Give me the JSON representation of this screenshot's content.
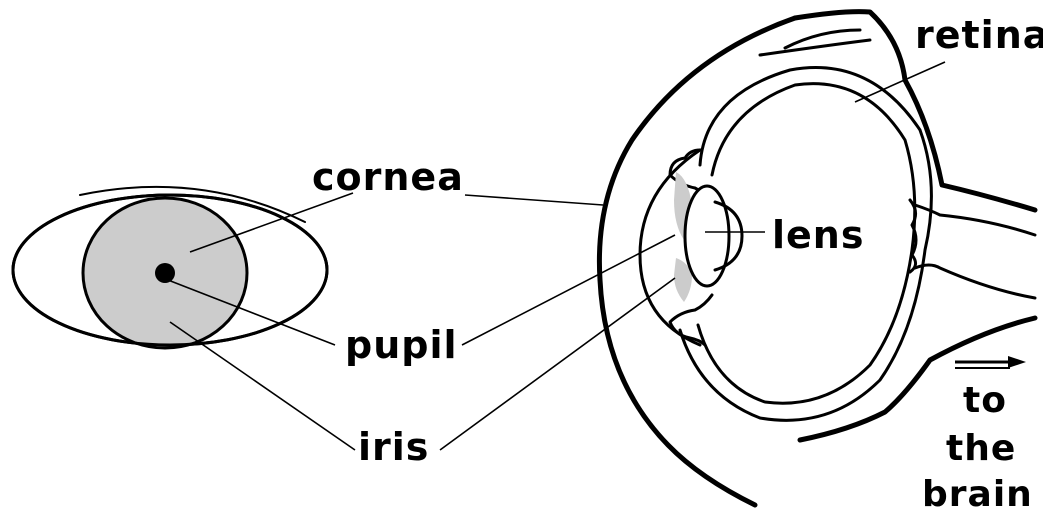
{
  "labels": {
    "cornea": "cornea",
    "pupil": "pupil",
    "iris": "iris",
    "lens": "lens",
    "retina": "retina",
    "to_the_brain": [
      "to",
      "the",
      "brain"
    ]
  },
  "colors": {
    "ink": "#000000",
    "iris_fill": "#cccccc",
    "background": "#ffffff"
  }
}
